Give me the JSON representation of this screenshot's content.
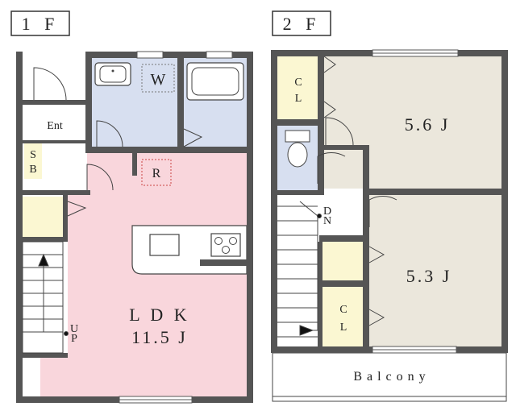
{
  "floors": {
    "first": {
      "title": "1 F",
      "rooms": {
        "entrance": "Ent",
        "shoe_box": "S\nB",
        "washroom": "W",
        "refrigerator": "R",
        "ldk_name": "L D K",
        "ldk_size": "11.5 J",
        "stairs_dir": "U\nP"
      }
    },
    "second": {
      "title": "2 F",
      "rooms": {
        "closet_top": "C\nL",
        "bedroom_upper": "5.6 J",
        "bedroom_lower": "5.3 J",
        "closet_bottom": "C\nL",
        "stairs_dir": "D\nN",
        "balcony": "Balcony"
      }
    }
  },
  "colors": {
    "wall": "#555555",
    "ldk_floor": "#f9d6dc",
    "wet_area": "#d7dff0",
    "bedroom_floor": "#ebe7dc",
    "storage": "#fbf7d2"
  }
}
